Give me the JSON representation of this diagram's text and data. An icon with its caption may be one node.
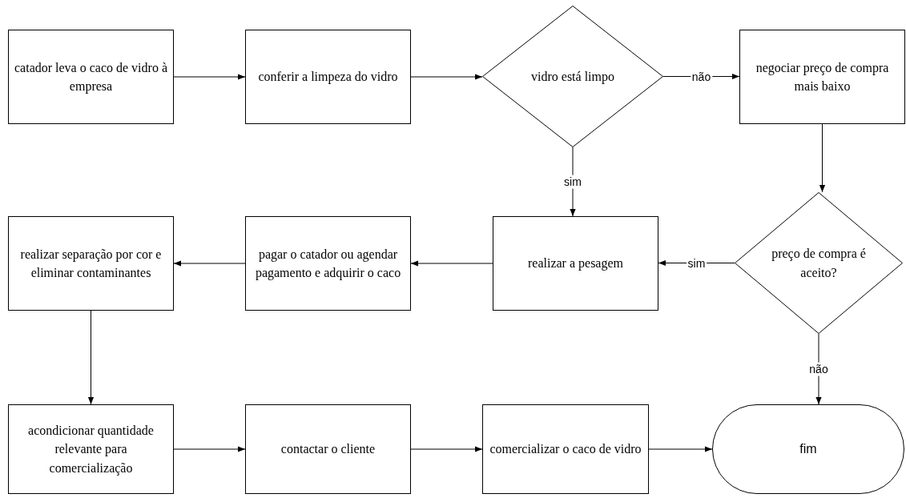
{
  "diagram": {
    "nodes": [
      {
        "text": [
          "catador leva o caco de vidro à empresa"
        ]
      },
      {
        "text": [
          "conferir a limpeza do vidro"
        ]
      },
      {
        "text": [
          "vidro está limpo"
        ]
      },
      {
        "text": [
          "negociar preço de compra mais baixo"
        ]
      },
      {
        "text": [
          "preço de compra é aceito?"
        ]
      },
      {
        "text": [
          "realizar a pesagem"
        ]
      },
      {
        "text": [
          "pagar o catador ou agendar pagamento e adquirir o caco"
        ]
      },
      {
        "text": [
          "realizar separação por cor e eliminar contaminantes"
        ]
      },
      {
        "text": [
          "acondicionar quantidade relevante para comercialização"
        ]
      },
      {
        "text": [
          "contactar o cliente"
        ]
      },
      {
        "text": [
          "comercializar o caco de vidro"
        ]
      },
      {
        "text": [
          "fim"
        ]
      }
    ],
    "edges": [
      {
        "from": 0,
        "to": 1,
        "arrow": "to"
      },
      {
        "from": 1,
        "to": 2,
        "arrow": "to"
      },
      {
        "from": 2,
        "to": 3,
        "arrow": "to",
        "label": "não"
      },
      {
        "from": 2,
        "to": 5,
        "arrow": "to",
        "label": "sim"
      },
      {
        "from": 3,
        "to": 4,
        "arrow": "to"
      },
      {
        "from": 4,
        "to": 5,
        "arrow": "to",
        "label": "sim"
      },
      {
        "from": 4,
        "to": 11,
        "arrow": "to",
        "label": "não"
      },
      {
        "from": 5,
        "to": 6,
        "arrow": "to"
      },
      {
        "from": 6,
        "to": 7,
        "arrow": "to"
      },
      {
        "from": 7,
        "to": 8,
        "arrow": "to"
      },
      {
        "from": 8,
        "to": 9,
        "arrow": "to"
      },
      {
        "from": 9,
        "to": 10,
        "arrow": "to"
      },
      {
        "from": 10,
        "to": 11,
        "arrow": "to"
      }
    ]
  }
}
